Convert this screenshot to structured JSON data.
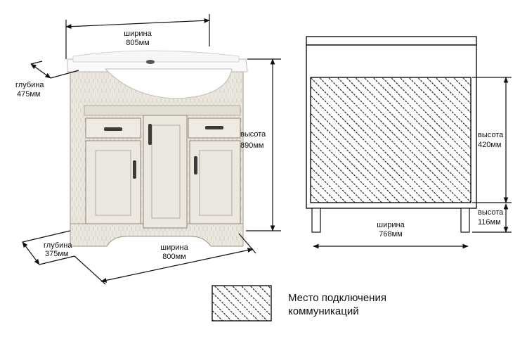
{
  "front_view": {
    "width_top": {
      "label": "ширина",
      "value": "805мм"
    },
    "depth_top": {
      "label": "глубина",
      "value": "475мм"
    },
    "height": {
      "label": "высота",
      "value": "890мм"
    },
    "depth_bottom": {
      "label": "глубина",
      "value": "375мм"
    },
    "width_bottom": {
      "label": "ширина",
      "value": "800мм"
    }
  },
  "rear_view": {
    "zone_height": {
      "label": "высота",
      "value": "420мм"
    },
    "leg_height": {
      "label": "высота",
      "value": "116мм"
    },
    "width": {
      "label": "ширина",
      "value": "768мм"
    }
  },
  "legend": {
    "line1": "Место подключения",
    "line2": "коммуникаций"
  },
  "colors": {
    "line": "#111111",
    "wood": "#ece8e0",
    "wood_dark": "#b9b2a6",
    "porcelain": "#fafafa"
  }
}
